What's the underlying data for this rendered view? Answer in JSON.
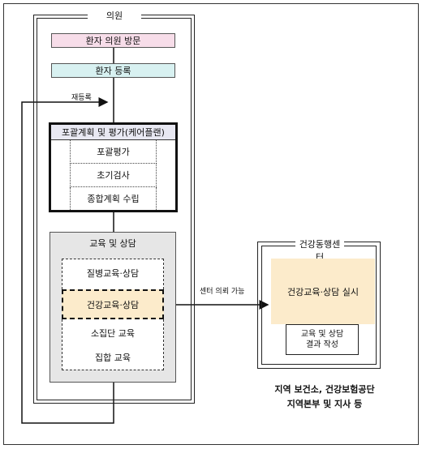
{
  "clinic": {
    "title": "의원",
    "visit": "환자 의원 방문",
    "register": "환자 등록",
    "reregister": "재등록"
  },
  "care_plan": {
    "title": "포괄계획 및 평가(케어플랜)",
    "items": [
      "포괄평가",
      "초기검사",
      "종합계획 수립"
    ]
  },
  "education": {
    "title": "교육 및 상담",
    "items": [
      "질병교육·상담",
      "건강교육·상담",
      "소집단 교육",
      "집합 교육"
    ]
  },
  "referral_label": "센터 의뢰 가능",
  "health_center": {
    "title": "건강동행센터",
    "execute": "건강교육·상담 실시",
    "result": "교육 및 상담 결과 작성"
  },
  "caption": {
    "line1": "지역 보건소, 건강보험공단",
    "line2": "지역본부 및 지사 등"
  },
  "colors": {
    "visit_fill": "#f7dde9",
    "register_fill": "#d8f1f1",
    "highlight_fill": "#fcebcb",
    "education_fill": "#e6e6e6"
  }
}
